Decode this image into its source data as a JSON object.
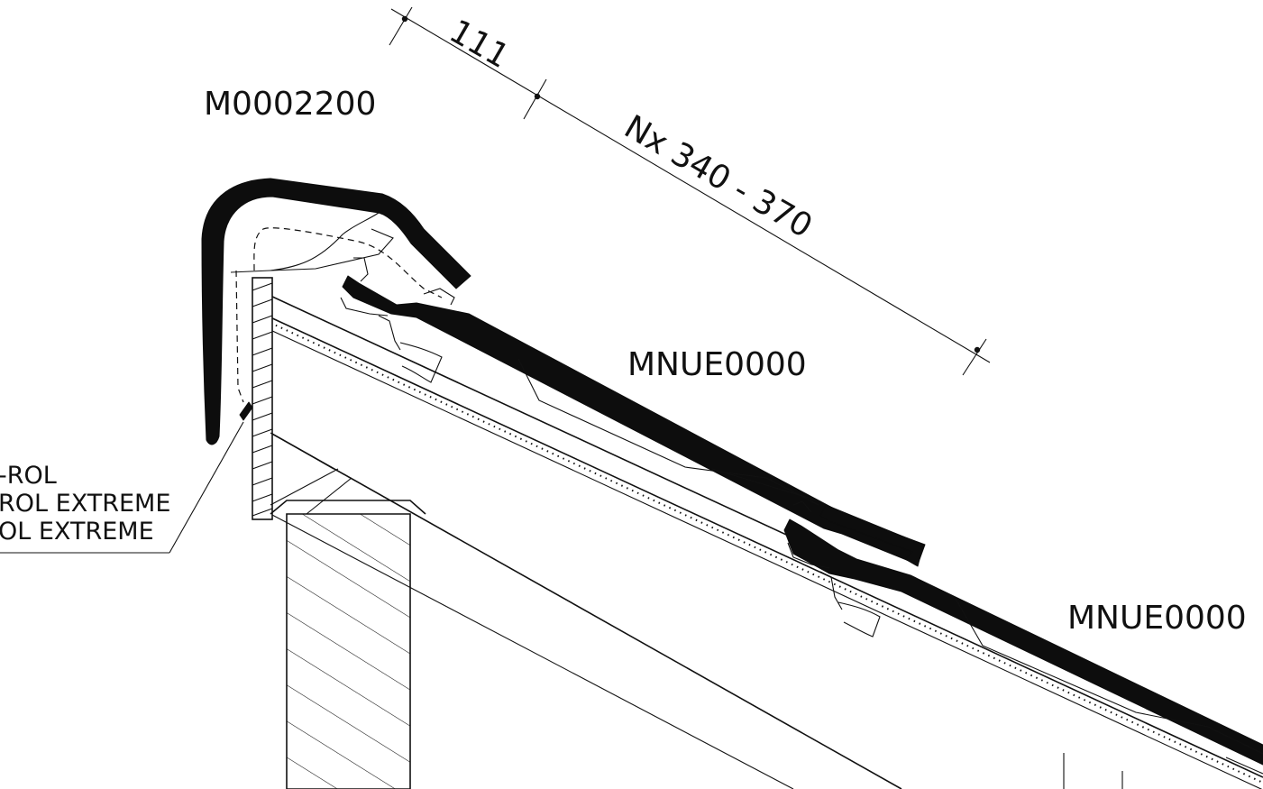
{
  "labels": {
    "ridge_code": "M0002200",
    "tile_code_upper": "MNUE0000",
    "tile_code_lower": "MNUE0000",
    "dim_first": "111",
    "dim_spacing": "Nx 340 - 370",
    "roll_line_1": "-ROL",
    "roll_line_2": "ROL EXTREME",
    "roll_line_3": "OL EXTREME"
  },
  "colors": {
    "ink": "#111111",
    "background": "#ffffff"
  }
}
